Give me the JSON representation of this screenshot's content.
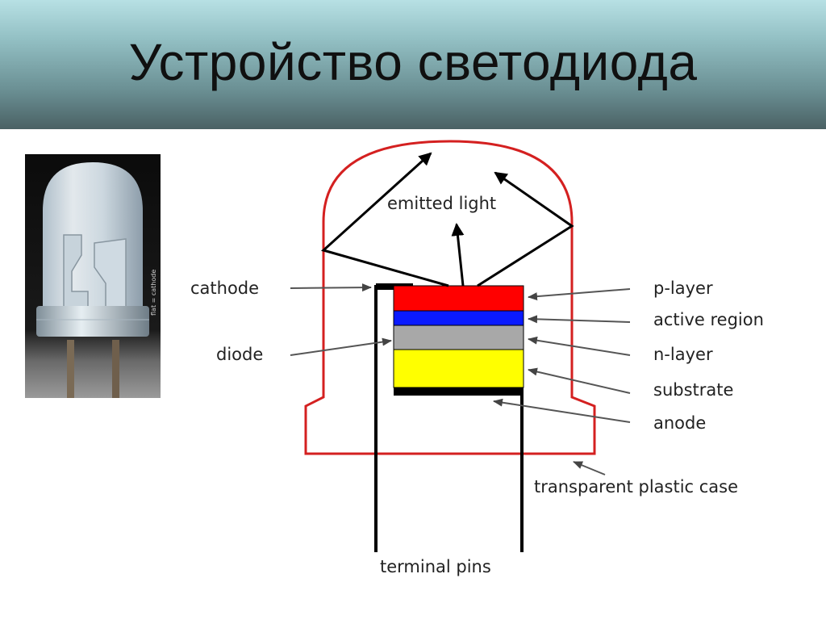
{
  "slide": {
    "title": "Устройство светодиода"
  },
  "photo": {
    "side_text": "flat = cathode"
  },
  "diagram": {
    "labels": {
      "emitted_light": "emitted light",
      "cathode": "cathode",
      "diode": "diode",
      "p_layer": "p-layer",
      "active_region": "active region",
      "n_layer": "n-layer",
      "substrate": "substrate",
      "anode": "anode",
      "case": "transparent plastic case",
      "pins": "terminal pins"
    },
    "colors": {
      "case_outline": "#d42020",
      "p_layer": "#ff0000",
      "active_region": "#0a1aff",
      "n_layer": "#a8a8a8",
      "substrate": "#ffff00",
      "base": "#000000"
    }
  }
}
